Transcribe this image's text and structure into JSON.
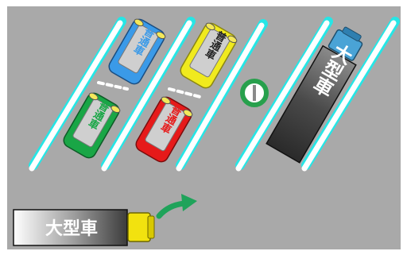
{
  "scene": {
    "colors": {
      "lot_background": "#a9a9a9",
      "frame": "#ffffff",
      "lane_line": "#ffffff",
      "lane_glow": "#26e6e6",
      "arrow": "#1fa35a",
      "sign_ring": "#27a04c"
    },
    "parked_cars": [
      {
        "label": "普通車",
        "color": "#3a9ae8"
      },
      {
        "label": "普通車",
        "color": "#19a646"
      },
      {
        "label": "普通車",
        "color": "#f0ea1e"
      },
      {
        "label": "普通車",
        "color": "#e61a1a"
      }
    ],
    "parked_truck": {
      "label": "大型車",
      "cab_color": "#4aa3d6"
    },
    "moving_truck": {
      "label": "大型車",
      "cab_color": "#f2e20f"
    },
    "sign": {
      "icon": "no-entry-ring-icon"
    },
    "arrow": {
      "icon": "curved-arrow-icon"
    }
  }
}
